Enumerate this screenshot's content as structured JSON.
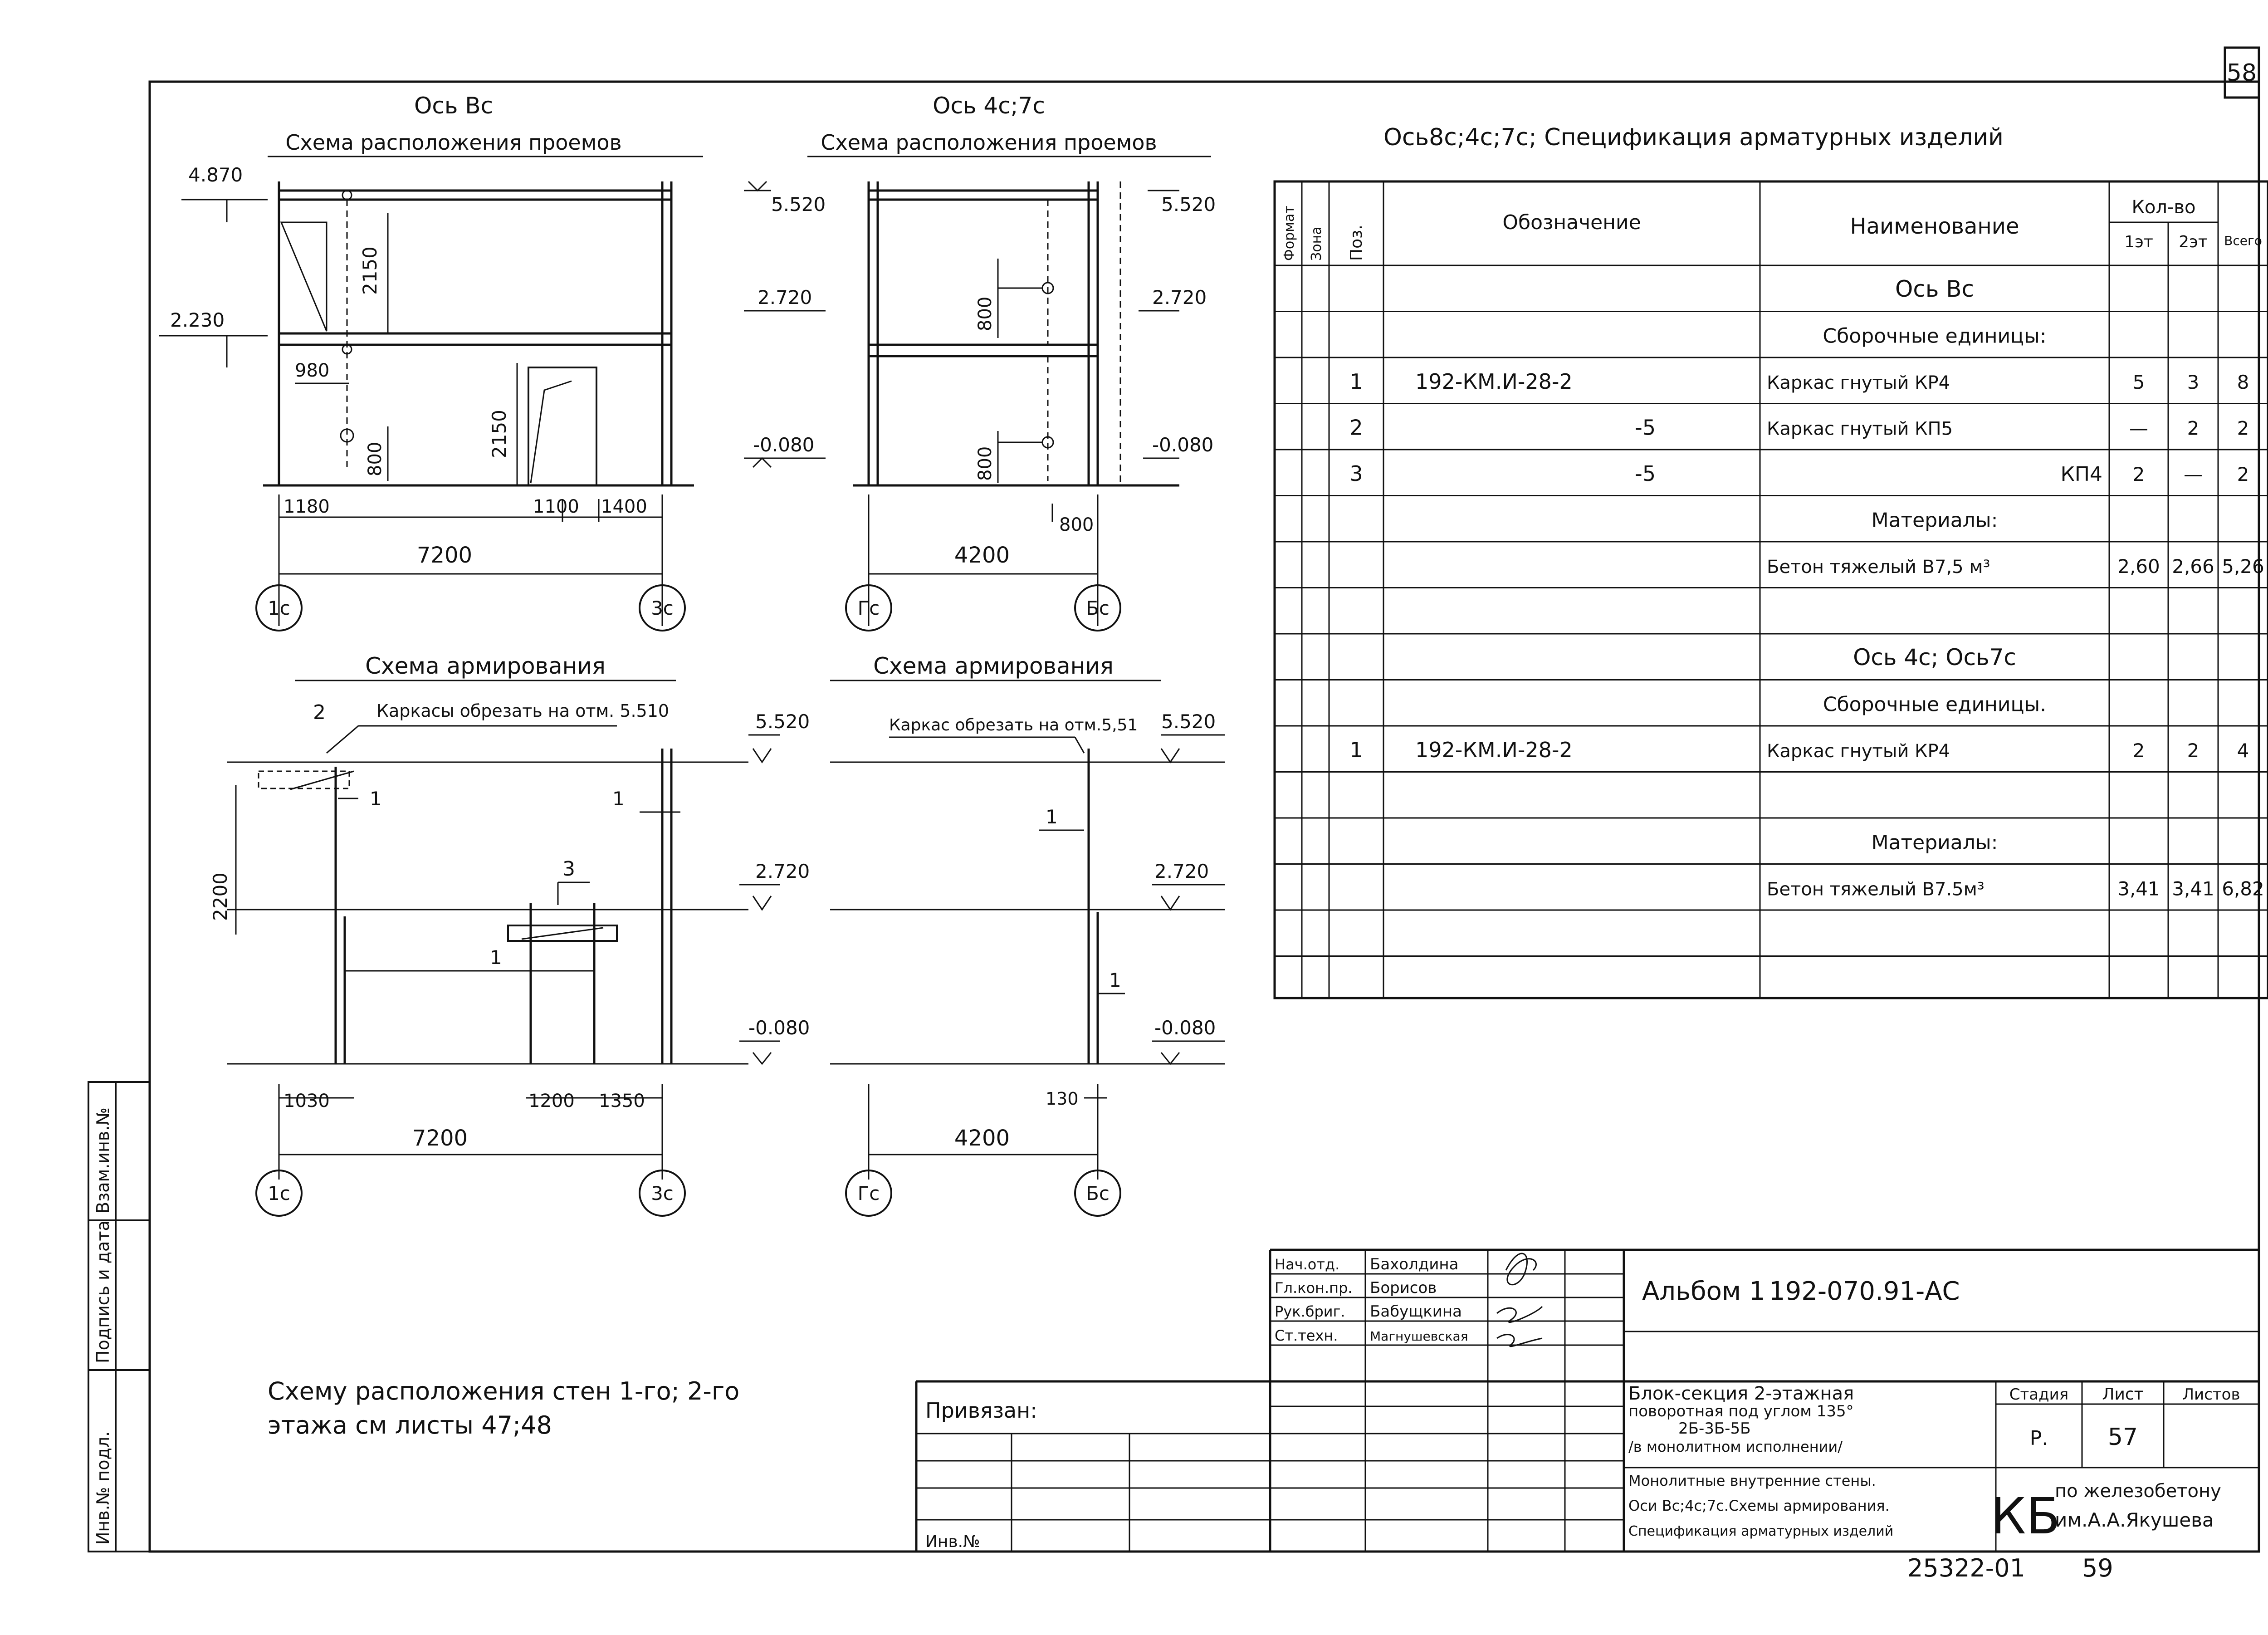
{
  "sheet": {
    "page_no_top": "58",
    "archive_no": "25322-01",
    "archive_page": "59"
  },
  "left_plans": [
    {
      "axis_title": "Ось Вс",
      "title": "Схема расположения проемов",
      "levels": [
        "4.870",
        "2.230"
      ],
      "dims_vertical": [
        "2150",
        "2150",
        "800"
      ],
      "dims_small": [
        "980"
      ],
      "dims_horizontal": [
        "1180",
        "1100",
        "1400"
      ],
      "total": "7200",
      "axes": [
        "1с",
        "3с"
      ],
      "marks_right": [
        "5.520",
        "2.720",
        "-0.080"
      ]
    },
    {
      "axis_title": "Ось 4с;7с",
      "title": "Схема расположения проемов",
      "levels": [
        "5.520",
        "2.720",
        "-0.080"
      ],
      "dims_vertical": [
        "800",
        "800"
      ],
      "dims_horizontal": [
        "800"
      ],
      "total": "4200",
      "axes": [
        "Гс",
        "Бс"
      ]
    }
  ],
  "reinf_plans": [
    {
      "title": "Схема армирования",
      "note": "Каркасы обрезать на отм. 5.510",
      "pos_labels": [
        "2",
        "1",
        "1",
        "3",
        "1"
      ],
      "dims_vertical": [
        "2200"
      ],
      "levels": [
        "5.520",
        "2.720",
        "-0.080"
      ],
      "dims_horizontal": [
        "1030",
        "1200",
        "1350"
      ],
      "total": "7200",
      "axes": [
        "1с",
        "3с"
      ]
    },
    {
      "title": "Схема армирования",
      "note": "Каркас обрезать на отм.5,51",
      "pos_labels": [
        "1",
        "1"
      ],
      "levels": [
        "5.520",
        "2.720",
        "-0.080"
      ],
      "dims_horizontal": [
        "130"
      ],
      "total": "4200",
      "axes": [
        "Гс",
        "Бс"
      ]
    }
  ],
  "spec": {
    "title": "Ось8с;4с;7с; Спецификация арматурных изделий",
    "headers": {
      "format": "Формат",
      "zone": "Зона",
      "pos": "Поз.",
      "designation": "Обозначение",
      "name": "Наименование",
      "qty": "Кол-во",
      "qty1": "1эт",
      "qty2": "2эт",
      "total": "Всего"
    },
    "rows": [
      {
        "pos": "",
        "designation": "",
        "name": "Ось Вс",
        "q1": "",
        "q2": "",
        "tot": "",
        "style": "section"
      },
      {
        "pos": "",
        "designation": "",
        "name": "Сборочные единицы:",
        "q1": "",
        "q2": "",
        "tot": "",
        "style": "group"
      },
      {
        "pos": "1",
        "designation": "192-КМ.И-28-2",
        "name": "Каркас гнутый КР4",
        "q1": "5",
        "q2": "3",
        "tot": "8",
        "style": "item"
      },
      {
        "pos": "2",
        "designation": "-5",
        "name": "Каркас гнутый КП5",
        "q1": "—",
        "q2": "2",
        "tot": "2",
        "style": "item"
      },
      {
        "pos": "3",
        "designation": "-5",
        "name": "КП4",
        "q1": "2",
        "q2": "—",
        "tot": "2",
        "style": "item-right"
      },
      {
        "pos": "",
        "designation": "",
        "name": "Материалы:",
        "q1": "",
        "q2": "",
        "tot": "",
        "style": "group"
      },
      {
        "pos": "",
        "designation": "",
        "name": "Бетон тяжелый В7,5 м³",
        "q1": "2,60",
        "q2": "2,66",
        "tot": "5,26",
        "style": "item"
      },
      {
        "pos": "",
        "designation": "",
        "name": "",
        "q1": "",
        "q2": "",
        "tot": "",
        "style": "empty"
      },
      {
        "pos": "",
        "designation": "",
        "name": "Ось 4с; Ось7с",
        "q1": "",
        "q2": "",
        "tot": "",
        "style": "section"
      },
      {
        "pos": "",
        "designation": "",
        "name": "Сборочные единицы.",
        "q1": "",
        "q2": "",
        "tot": "",
        "style": "group"
      },
      {
        "pos": "1",
        "designation": "192-КМ.И-28-2",
        "name": "Каркас гнутый КР4",
        "q1": "2",
        "q2": "2",
        "tot": "4",
        "style": "item"
      },
      {
        "pos": "",
        "designation": "",
        "name": "",
        "q1": "",
        "q2": "",
        "tot": "",
        "style": "empty"
      },
      {
        "pos": "",
        "designation": "",
        "name": "Материалы:",
        "q1": "",
        "q2": "",
        "tot": "",
        "style": "group"
      },
      {
        "pos": "",
        "designation": "",
        "name": "Бетон тяжелый В7.5м³",
        "q1": "3,41",
        "q2": "3,41",
        "tot": "6,82",
        "style": "item"
      },
      {
        "pos": "",
        "designation": "",
        "name": "",
        "q1": "",
        "q2": "",
        "tot": "",
        "style": "empty"
      },
      {
        "pos": "",
        "designation": "",
        "name": "",
        "q1": "",
        "q2": "",
        "tot": "",
        "style": "empty"
      }
    ]
  },
  "note_bottom": {
    "line1": "Схему расположения стен 1-го; 2-го",
    "line2": "этажа см листы 47;48"
  },
  "side_stamp": [
    "Инв.№ подл.",
    "Подпись и дата",
    "Взам.инв.№"
  ],
  "binding": {
    "label": "Привязан:",
    "inv": "Инв.№"
  },
  "title_block": {
    "roles": [
      {
        "role": "Нач.отд.",
        "name": "Бахолдина"
      },
      {
        "role": "Гл.кон.пр.",
        "name": "Борисов"
      },
      {
        "role": "Рук.бриг.",
        "name": "Бабущкина"
      },
      {
        "role": "Ст.техн.",
        "name": "Магнушевская"
      }
    ],
    "album": "Альбом 1",
    "code": "192-070.91-АС",
    "project": [
      "Блок-секция 2-этажная",
      "поворотная под углом 135°",
      "2Б-3Б-5Б",
      "/в монолитном исполнении/"
    ],
    "sheet_desc": [
      "Монолитные внутренние стены.",
      "Оси Вс;4с;7с.Схемы армирования.",
      "Спецификация арматурных изделий"
    ],
    "stage_label": "Стадия",
    "sheet_label": "Лист",
    "sheets_label": "Листов",
    "stage": "Р.",
    "sheet": "57",
    "org_logo": "КБ",
    "org": [
      "по железобетону",
      "им.А.А.Якушева"
    ]
  }
}
